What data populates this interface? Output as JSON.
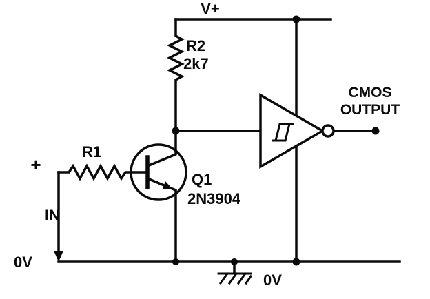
{
  "colors": {
    "ink": "#0a0a0a",
    "paper": "#ffffff"
  },
  "labels": {
    "supply": "V+",
    "r2_name": "R2",
    "r2_value": "2k7",
    "r1_name": "R1",
    "q1_name": "Q1",
    "q1_part": "2N3904",
    "cmos": "CMOS",
    "output": "OUTPUT",
    "input_polarity": "+",
    "input": "IN",
    "zero_volts_left": "0V",
    "zero_volts_ground": "0V"
  }
}
